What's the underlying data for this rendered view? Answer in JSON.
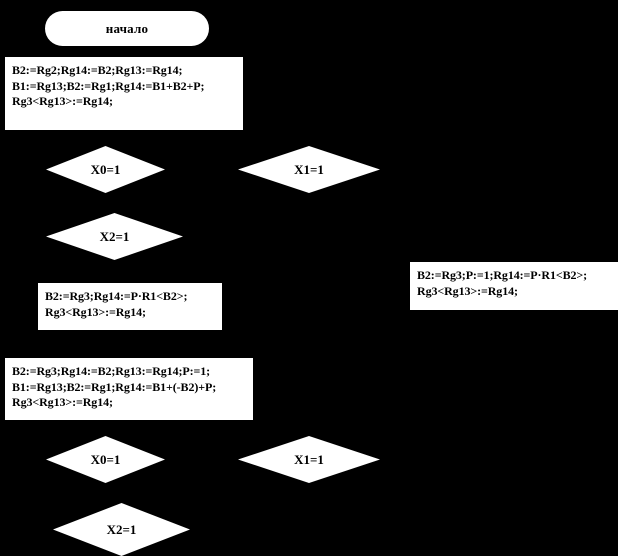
{
  "diagram": {
    "background_color": "#000000",
    "shape_fill_color": "#ffffff",
    "text_color": "#000000",
    "nodes": [
      {
        "id": "start",
        "type": "terminator",
        "label": "начало"
      },
      {
        "id": "process-1",
        "type": "process",
        "text": "B2:=Rg2;Rg14:=B2;Rg13:=Rg14;\nB1:=Rg13;B2:=Rg1;Rg14:=B1+B2+P;\nRg3<Rg13>:=Rg14;"
      },
      {
        "id": "decision-x0-top",
        "type": "decision",
        "label": "X0=1"
      },
      {
        "id": "decision-x1-top",
        "type": "decision",
        "label": "X1=1"
      },
      {
        "id": "decision-x2-top",
        "type": "decision",
        "label": "X2=1"
      },
      {
        "id": "process-2",
        "type": "process",
        "text": "B2:=Rg3;Rg14:=P·R1<B2>;\nRg3<Rg13>:=Rg14;"
      },
      {
        "id": "process-3",
        "type": "process",
        "text": "B2:=Rg3;P:=1;Rg14:=P·R1<B2>;\nRg3<Rg13>:=Rg14;"
      },
      {
        "id": "process-4",
        "type": "process",
        "text": "B2:=Rg3;Rg14:=B2;Rg13:=Rg14;P:=1;\nB1:=Rg13;B2:=Rg1;Rg14:=B1+(-B2)+P;\nRg3<Rg13>:=Rg14;"
      },
      {
        "id": "decision-x0-bottom",
        "type": "decision",
        "label": "X0=1"
      },
      {
        "id": "decision-x1-bottom",
        "type": "decision",
        "label": "X1=1"
      },
      {
        "id": "decision-x2-bottom",
        "type": "decision",
        "label": "X2=1"
      }
    ]
  }
}
